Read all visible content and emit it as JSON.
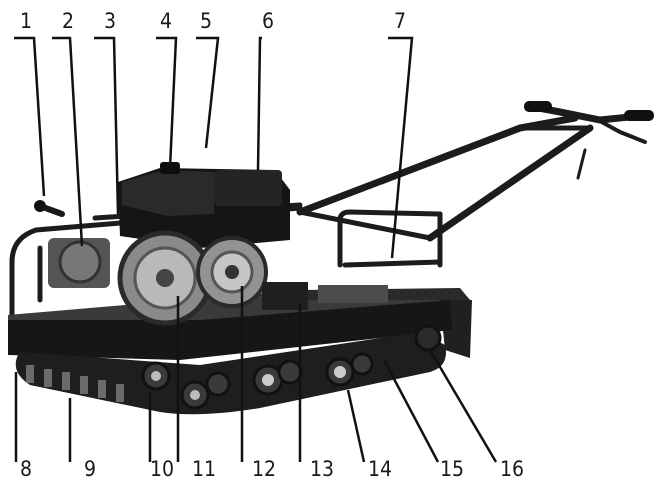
{
  "callouts": {
    "top": [
      "1",
      "2",
      "3",
      "4",
      "5",
      "6",
      "7"
    ],
    "bottom": [
      "8",
      "9",
      "10",
      "11",
      "12",
      "13",
      "14",
      "15",
      "16"
    ]
  }
}
